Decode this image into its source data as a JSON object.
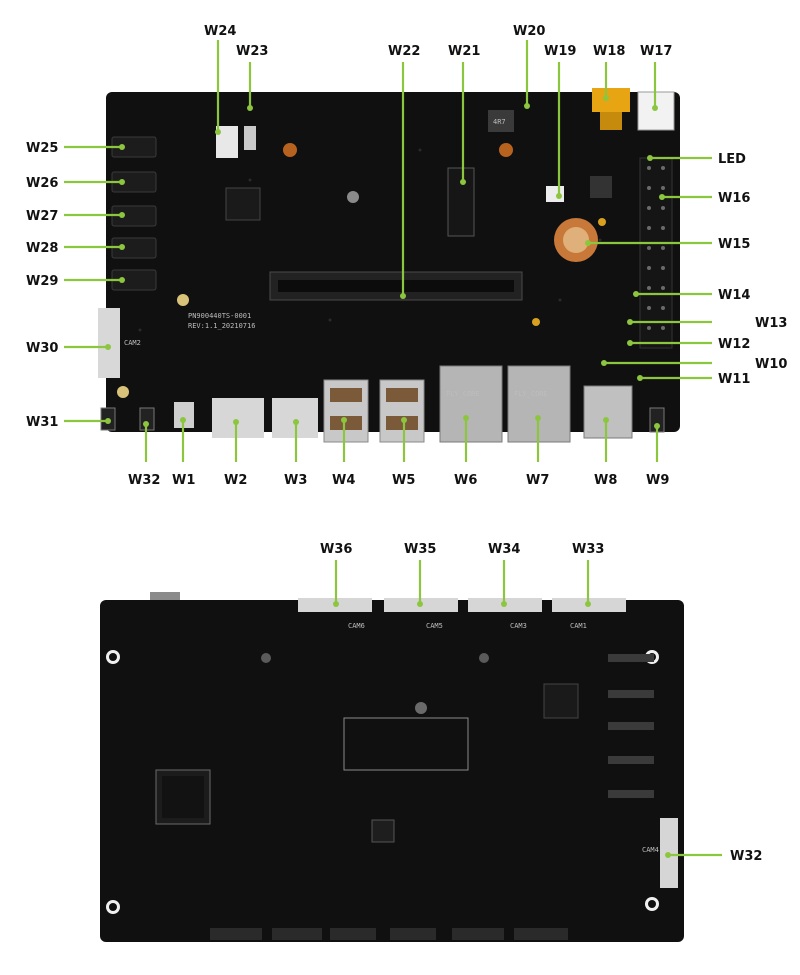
{
  "accent_color": "#8cc63f",
  "board_color": "#101010",
  "top_board": {
    "labels": [
      "W24",
      "W23",
      "W22",
      "W21",
      "W20",
      "W19",
      "W18",
      "W17",
      "W25",
      "W26",
      "W27",
      "W28",
      "W29",
      "W30",
      "W31",
      "LED",
      "W16",
      "W15",
      "W14",
      "W13",
      "W12",
      "W10",
      "W11",
      "W32",
      "W1",
      "W2",
      "W3",
      "W4",
      "W5",
      "W6",
      "W7",
      "W8",
      "W9"
    ],
    "silkscreen": {
      "part_number": "PN900440TS-0001",
      "revision": "REV:1.1_20210716",
      "jack_6": "FLY_CORE",
      "jack_7": "FLY_CORE",
      "cam_conn": "CAM2",
      "inductor": "4R7"
    }
  },
  "bottom_board": {
    "labels": [
      "W36",
      "W35",
      "W34",
      "W33",
      "W32"
    ],
    "silkscreen": {
      "cam_36": "CAM6",
      "cam_35": "CAM5",
      "cam_34": "CAM3",
      "cam_33": "CAM1",
      "cam_side": "CAM4"
    }
  }
}
